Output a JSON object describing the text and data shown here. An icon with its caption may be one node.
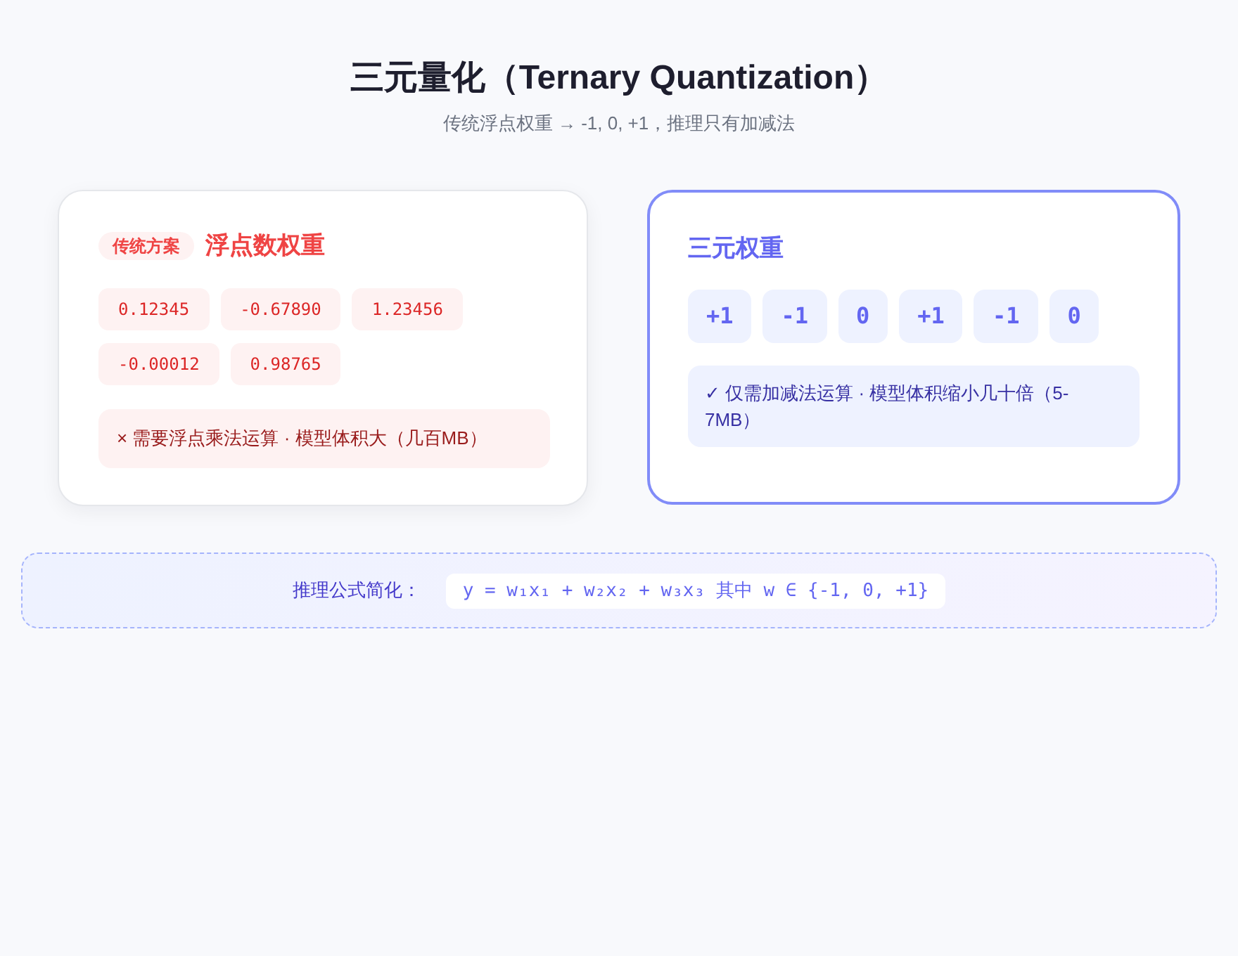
{
  "diagram": {
    "title": "三元量化（Ternary Quantization）",
    "nodes": [
      {
        "text": [
          "浮点数权重"
        ]
      },
      {
        "text": [
          "传统方案"
        ],
        "in": 0
      },
      {
        "text": [
          "0.12345"
        ],
        "in": 0
      },
      {
        "text": [
          "-0.67890"
        ],
        "in": 0
      },
      {
        "text": [
          "1.23456"
        ],
        "in": 0
      },
      {
        "text": [
          "-0.00012"
        ],
        "in": 0
      },
      {
        "text": [
          "0.98765"
        ],
        "in": 0
      },
      {
        "text": [
          "× 需要浮点乘法运算 · 模型体积大（几百MB）"
        ],
        "in": 0
      },
      {
        "text": [
          "三元权重"
        ]
      },
      {
        "text": [
          "+1"
        ],
        "in": 8
      },
      {
        "text": [
          "-1"
        ],
        "in": 8
      },
      {
        "text": [
          "0"
        ],
        "in": 8
      },
      {
        "text": [
          "+1"
        ],
        "in": 8
      },
      {
        "text": [
          "-1"
        ],
        "in": 8
      },
      {
        "text": [
          "0"
        ],
        "in": 8
      },
      {
        "text": [
          "✓ 仅需加减法运算 · 模型体积缩小几十倍（5-7MB）"
        ],
        "in": 8
      },
      {
        "text": [
          "推理公式简化："
        ]
      },
      {
        "text": [
          "y = w₁x₁ + w₂x₂ + w₃x₃ 其中 w ∈ {-1, 0, +1}"
        ],
        "in": 16
      }
    ],
    "labels": [
      "传统浮点权重 → -1, 0, +1，推理只有加减法"
    ]
  }
}
